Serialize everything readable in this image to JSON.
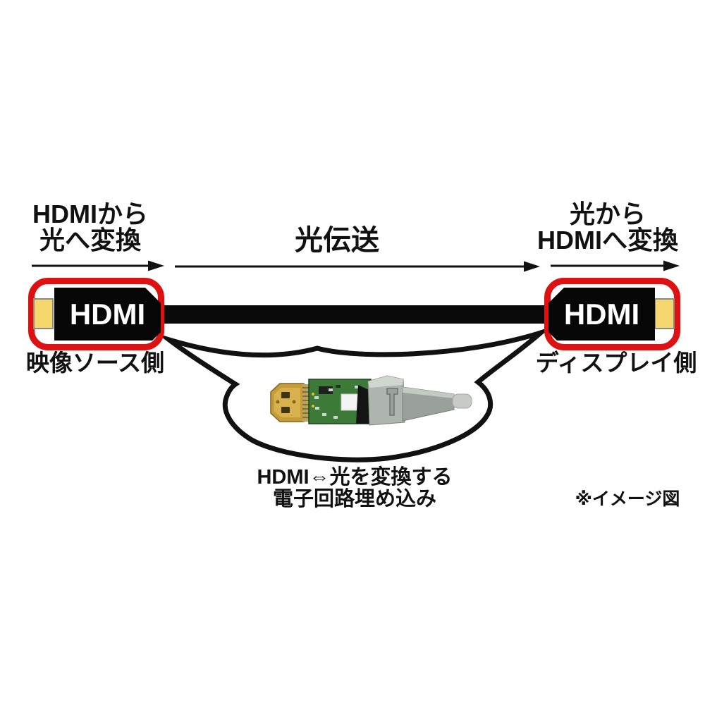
{
  "top_labels": {
    "left": {
      "line1": "HDMIから",
      "line2": "光へ変換"
    },
    "center": {
      "label": "光伝送"
    },
    "right": {
      "line1": "光から",
      "line2": "HDMIへ変換"
    }
  },
  "connectors": {
    "left": {
      "label": "HDMI",
      "caption": "映像ソース側"
    },
    "right": {
      "label": "HDMI",
      "caption": "ディスプレイ側"
    }
  },
  "bubble": {
    "line1": "HDMI⇔光を変換する",
    "line2": "電子回路埋め込み"
  },
  "note": "※イメージ図",
  "icons": {
    "left_arrow": "arrow-right-icon",
    "center_arrow": "arrow-right-icon",
    "right_arrow": "arrow-right-icon"
  },
  "colors": {
    "accent_red": "#dd1111",
    "plug_yellow": "#f6d76e",
    "connector_black": "#070707",
    "cable_black": "#0a0a0a",
    "text_black": "#111111",
    "pcb_green": "#3b7a37",
    "plug_gold": "#c59c38",
    "housing_silver": "#aeb4ae",
    "boot_gray": "#9aa09a",
    "optical_cable_gray": "#c7cbc5"
  }
}
